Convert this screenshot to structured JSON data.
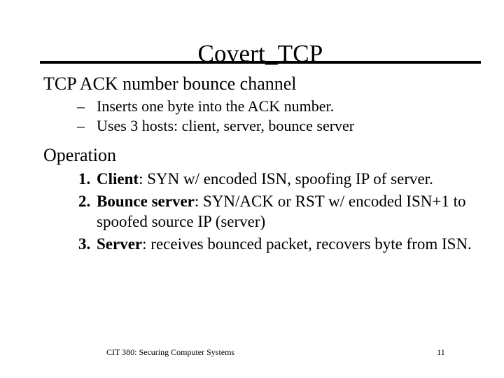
{
  "slide": {
    "title": "Covert_TCP",
    "sections": [
      {
        "heading": "TCP ACK number bounce channel",
        "dash_marker": "–",
        "sub_bullets": [
          "Inserts one byte into the ACK number.",
          "Uses 3 hosts: client, server, bounce server"
        ]
      },
      {
        "heading": "Operation",
        "numbered_items": [
          {
            "marker": "1.",
            "lead": "Client",
            "rest": ": SYN w/ encoded ISN, spoofing IP of server."
          },
          {
            "marker": "2.",
            "lead": "Bounce server",
            "rest": ": SYN/ACK or RST w/ encoded ISN+1 to spoofed source IP (server)"
          },
          {
            "marker": "3.",
            "lead": "Server",
            "rest": ": receives bounced packet, recovers byte from ISN."
          }
        ]
      }
    ],
    "footer": {
      "course": "CIT 380: Securing Computer Systems",
      "page_number": "11"
    },
    "colors": {
      "text": "#000000",
      "background": "#ffffff",
      "rule": "#000000"
    }
  }
}
